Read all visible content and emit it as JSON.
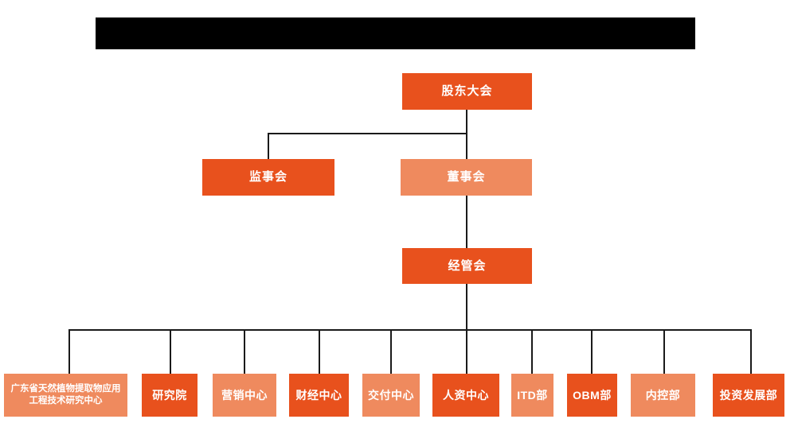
{
  "title_bar": {
    "redacted": true,
    "color": "#000000"
  },
  "colors": {
    "primary_orange": "#E8511D",
    "secondary_salmon": "#EF8A5E",
    "connector_line": "#1a1a1a",
    "node_text": "#ffffff",
    "background": "#ffffff"
  },
  "org_chart": {
    "levels": [
      {
        "name": "level-1",
        "nodes": [
          {
            "id": "shareholders-meeting",
            "label": "股东大会",
            "variant": "primary"
          }
        ]
      },
      {
        "name": "level-2",
        "nodes": [
          {
            "id": "supervisory-board",
            "label": "监事会",
            "variant": "primary"
          },
          {
            "id": "board-of-directors",
            "label": "董事会",
            "variant": "secondary"
          }
        ]
      },
      {
        "name": "level-3",
        "nodes": [
          {
            "id": "management-committee",
            "label": "经管会",
            "variant": "primary"
          }
        ]
      },
      {
        "name": "level-4",
        "nodes": [
          {
            "id": "guangdong-plant-extract-research-center",
            "label": "广东省天然植物提取物应用工程技术研究中心",
            "variant": "secondary"
          },
          {
            "id": "research-institute",
            "label": "研究院",
            "variant": "primary"
          },
          {
            "id": "marketing-center",
            "label": "营销中心",
            "variant": "secondary"
          },
          {
            "id": "finance-center",
            "label": "财经中心",
            "variant": "primary"
          },
          {
            "id": "delivery-center",
            "label": "交付中心",
            "variant": "secondary"
          },
          {
            "id": "hr-center",
            "label": "人资中心",
            "variant": "primary"
          },
          {
            "id": "itd-department",
            "label": "ITD部",
            "variant": "secondary"
          },
          {
            "id": "obm-department",
            "label": "OBM部",
            "variant": "primary"
          },
          {
            "id": "internal-control-department",
            "label": "内控部",
            "variant": "secondary"
          },
          {
            "id": "investment-development-department",
            "label": "投资发展部",
            "variant": "primary"
          }
        ]
      }
    ]
  }
}
